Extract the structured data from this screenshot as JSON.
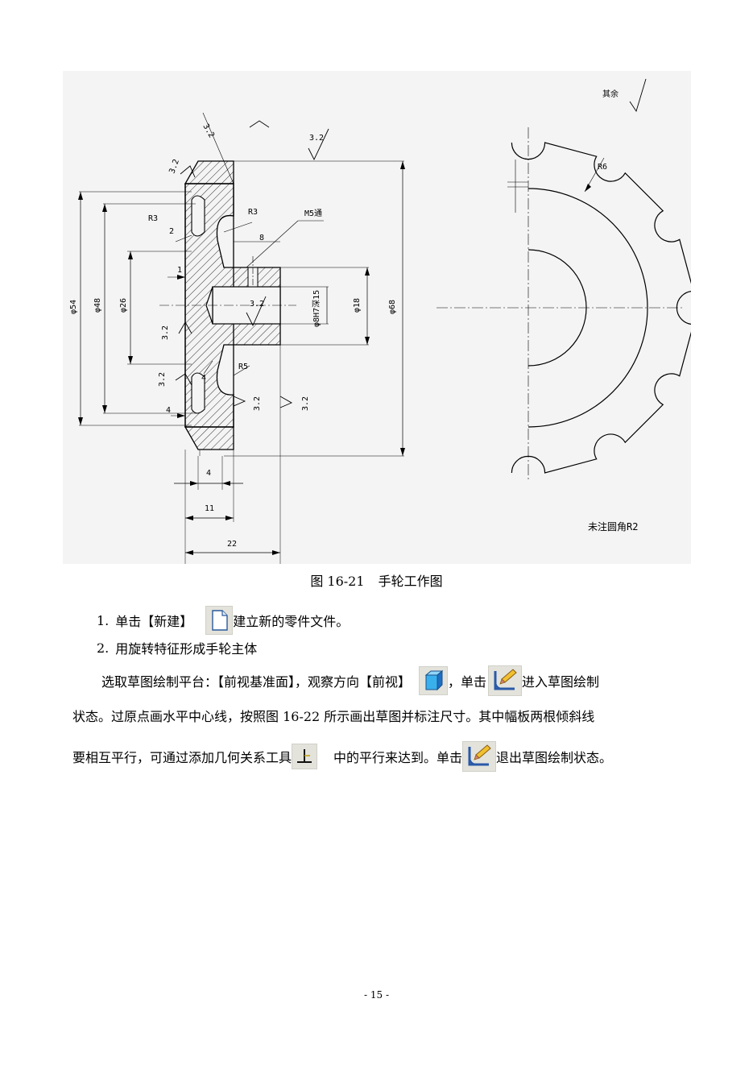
{
  "drawing": {
    "surface_note": "其余",
    "roughness_label": "3.2",
    "dims": {
      "d54": "φ54",
      "d48": "φ48",
      "d26": "φ26",
      "d18": "φ18",
      "d68": "φ68",
      "thread": "M5通",
      "hole": "φ8H7深15",
      "r3a": "R3",
      "r3b": "R3",
      "r5": "R5",
      "r6": "R6",
      "w2": "2",
      "w1": "1",
      "w8": "8",
      "w4a": "4",
      "w4b": "4",
      "w4c": "4",
      "w11": "11",
      "w22": "22"
    },
    "note_fillet": "未注圆角R2"
  },
  "caption": {
    "label": "图 16-21",
    "title": "手轮工作图"
  },
  "steps": [
    {
      "num": "1.",
      "text_before": "单击【新建】",
      "icon": "new-document-icon",
      "text_after": "建立新的零件文件。"
    },
    {
      "num": "2.",
      "text": "用旋转特征形成手轮主体"
    }
  ],
  "paragraph": {
    "l1_a": "选取草图绘制平台：【前视基准面】，观察方向【前视】",
    "l1_b": "，单击",
    "l1_c": "进入草图绘制",
    "l2": "状态。过原点画水平中心线，按照图 16-22  所示画出草图并标注尺寸。其中幅板两根倾斜线",
    "l3_a": "要相互平行，可通过添加几何关系工具",
    "l3_b": "中的平行来达到。单击",
    "l3_c": "退出草图绘制状态。"
  },
  "page_number": "- 15 -"
}
